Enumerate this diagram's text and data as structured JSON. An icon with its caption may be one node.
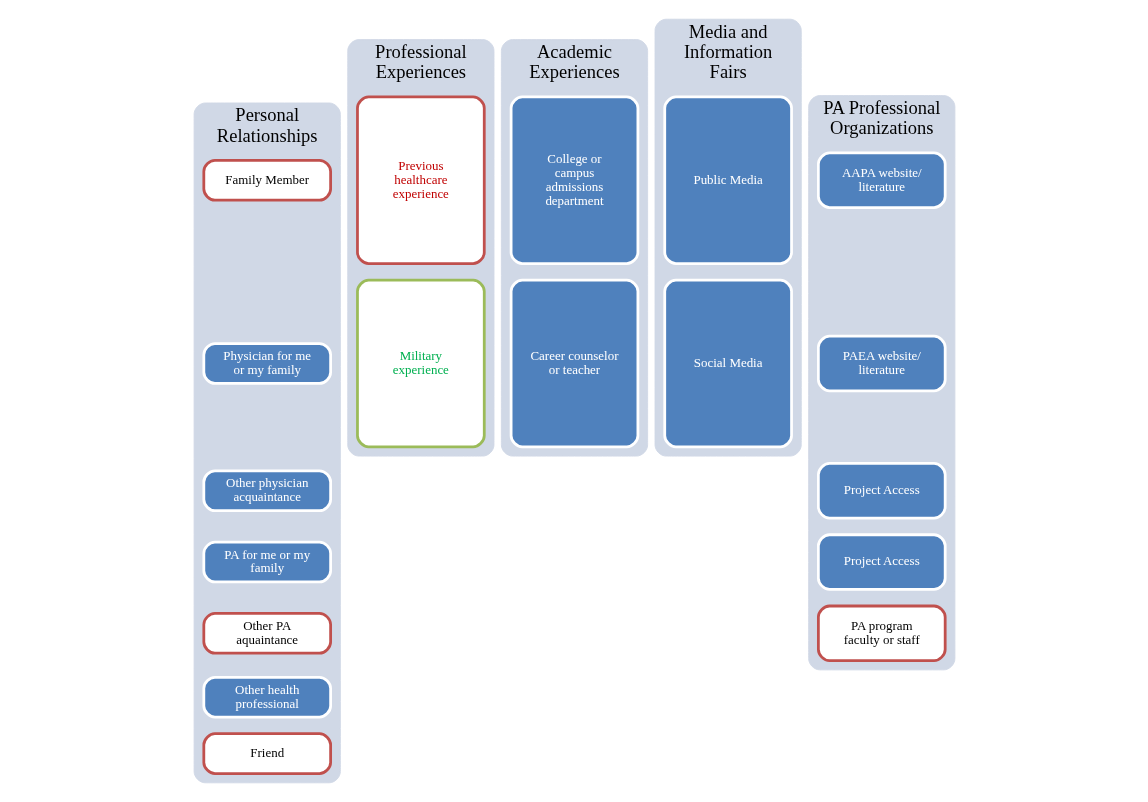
{
  "diagram": {
    "nodes": [
      {
        "text": [
          "Personal Relationships"
        ]
      },
      {
        "text": [
          "Family Member"
        ],
        "in": 0
      },
      {
        "text": [
          "Physician for me or my family"
        ],
        "in": 0
      },
      {
        "text": [
          "Other physician acquaintance"
        ],
        "in": 0
      },
      {
        "text": [
          "PA for me or my family"
        ],
        "in": 0
      },
      {
        "text": [
          "Other PA aquaintance"
        ],
        "in": 0
      },
      {
        "text": [
          "Other health professional"
        ],
        "in": 0
      },
      {
        "text": [
          "Friend"
        ],
        "in": 0
      },
      {
        "text": [
          "Professional Experiences"
        ]
      },
      {
        "text": [
          "Previous healthcare experience"
        ],
        "in": 8
      },
      {
        "text": [
          "Military experience"
        ],
        "in": 8
      },
      {
        "text": [
          "Academic Experiences"
        ]
      },
      {
        "text": [
          "College or campus admissions department"
        ],
        "in": 11
      },
      {
        "text": [
          "Career counselor or teacher"
        ],
        "in": 11
      },
      {
        "text": [
          "Media and Information Fairs"
        ]
      },
      {
        "text": [
          "Public Media"
        ],
        "in": 14
      },
      {
        "text": [
          "Social Media"
        ],
        "in": 14
      },
      {
        "text": [
          "PA Professional Organizations"
        ]
      },
      {
        "text": [
          "AAPA website/ literature"
        ],
        "in": 17
      },
      {
        "text": [
          "PAEA website/ literature"
        ],
        "in": 17
      },
      {
        "text": [
          "Project Access"
        ],
        "in": 17
      },
      {
        "text": [
          "Project Access"
        ],
        "in": 17
      },
      {
        "text": [
          "PA program faculty or staff"
        ],
        "in": 17
      }
    ],
    "edges": []
  }
}
